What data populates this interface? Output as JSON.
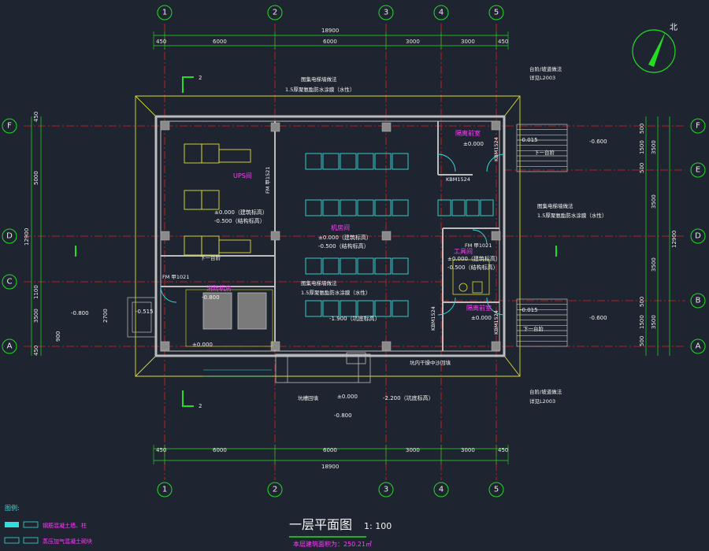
{
  "title": "一层平面图",
  "scale": "1: 100",
  "area_note": "本层建筑面积为：250.21㎡",
  "north_label": "北",
  "legend": {
    "heading": "图例:",
    "items": [
      "钢筋混凝土墙、柱",
      "蒸压加气混凝土砌块"
    ]
  },
  "grid_columns": [
    "1",
    "2",
    "3",
    "4",
    "5"
  ],
  "grid_rows": [
    "F",
    "E",
    "D",
    "C",
    "B",
    "A"
  ],
  "dims_top": [
    "450",
    "6000",
    "6000",
    "3000",
    "3000",
    "450",
    "18900"
  ],
  "dims_bottom": [
    "450",
    "6000",
    "6000",
    "3000",
    "3000",
    "450",
    "18900"
  ],
  "dims_left": [
    "450",
    "5000",
    "12900",
    "1100",
    "3500",
    "2700",
    "900",
    "450"
  ],
  "dims_right": [
    "500",
    "1500",
    "3500",
    "500",
    "3500",
    "3500",
    "12900",
    "500",
    "1500",
    "3500",
    "500"
  ],
  "rooms": {
    "ups": "UPS间",
    "machine": "机房间",
    "fire": "消防机房",
    "guard_top": "隔离前室",
    "guard_bot": "隔离前室",
    "tool": "工具间"
  },
  "notes": {
    "wall_ref_top": "图集电梯墙做法",
    "wall_1": "1.5厚聚氨酯防水涂膜（水性）",
    "wall_ref_right": "图集电梯墙做法",
    "wall_2": "1.5厚聚氨酯防水涂膜（水性）",
    "wall_ref_mid": "图集电梯墙做法",
    "wall_3": "1.5厚聚氨酯防水涂膜（水性）",
    "stair_top": "台阶/坡道做法",
    "stair_top_ref": "详见L2003",
    "stair_bot": "台阶/坡道做法",
    "stair_bot_ref": "详见L2003",
    "drain": "坑内干燥中沙回填",
    "groove": "坑槽回填",
    "down_left": "下一台阶",
    "down_tr": "下一台阶",
    "down_br": "下一台阶",
    "section": "2"
  },
  "elevations": {
    "ups_a": "±0.000（建筑标高）",
    "ups_b": "-0.500（结构标高）",
    "machine_a": "±0.000（建筑标高）",
    "machine_b": "-0.500（结构标高）",
    "tool_a": "±0.000（建筑标高）",
    "tool_b": "-0.500（结构标高）",
    "fire_a": "-0.800",
    "fire_b": "±0.000",
    "guard_top": "±0.000",
    "guard_bot": "±0.000",
    "out_tr": "-0.600",
    "out_br": "-0.600",
    "out_left": "-0.800",
    "step_left": "-0.515",
    "step_tr": "-0.015",
    "step_br": "-0.015",
    "trench": "-1.900（坑底标高）",
    "pit": "±0.000",
    "outside": "-2.200（坑底标高）",
    "bottom_mid": "-0.800"
  },
  "door_tags": [
    "FM 甲1521",
    "FM 甲1021",
    "KBM1524",
    "KBM1524",
    "KBM1524",
    "FM 甲1021",
    "KBM1524"
  ],
  "colors": {
    "background": "#1f2530",
    "wall": "#bcbcbc",
    "axis": "#e02020",
    "dim": "#22dd22",
    "room": "#ff3cff",
    "equip": "#dddd33",
    "cabinet": "#33dddd",
    "text": "#f2f2f2"
  }
}
